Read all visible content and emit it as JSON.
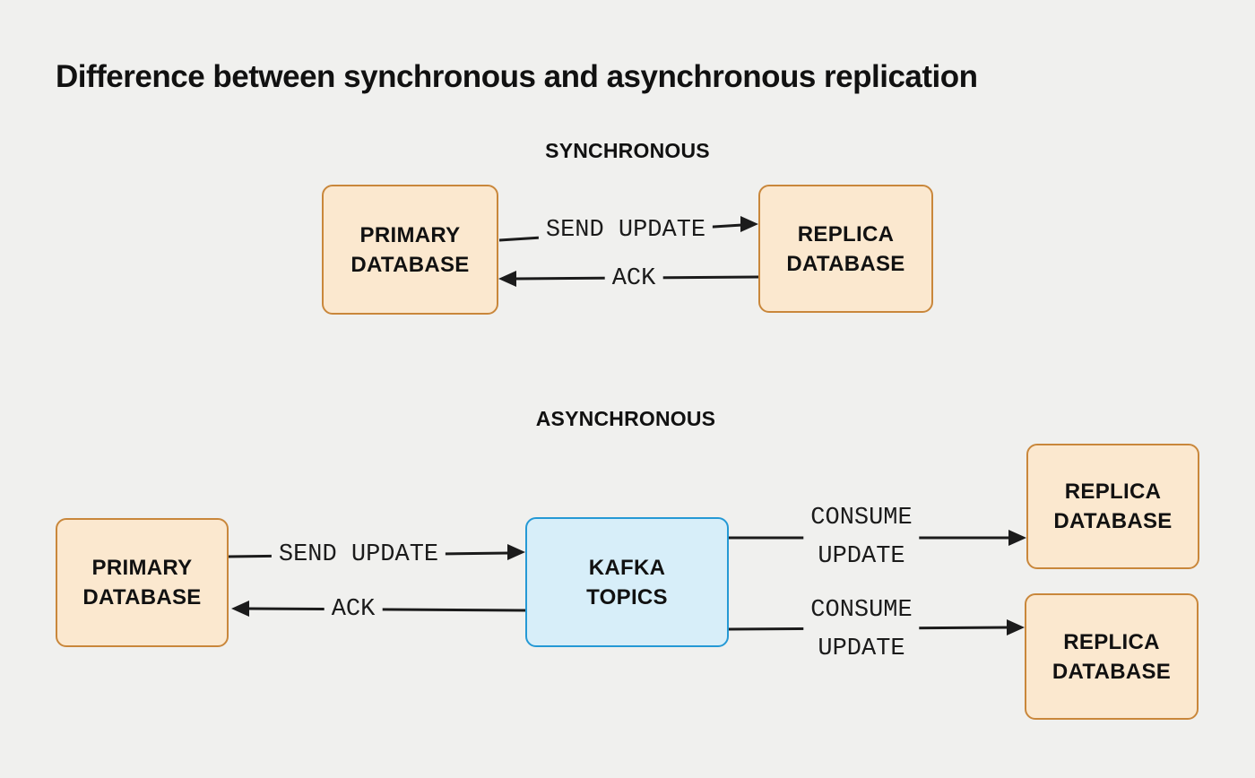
{
  "title": "Difference between synchronous and asynchronous replication",
  "colors": {
    "background": "#F0F0EE",
    "database_fill": "#FBE8CF",
    "database_border": "#C9873B",
    "kafka_fill": "#D7EEF9",
    "kafka_border": "#2599D5",
    "arrow": "#1B1B1B",
    "text": "#111111"
  },
  "sync": {
    "heading": "SYNCHRONOUS",
    "nodes": {
      "primary": {
        "line1": "PRIMARY",
        "line2": "DATABASE"
      },
      "replica": {
        "line1": "REPLICA",
        "line2": "DATABASE"
      }
    },
    "edges": {
      "send_update": {
        "label": "SEND UPDATE",
        "direction": "right",
        "from": "primary",
        "to": "replica"
      },
      "ack": {
        "label": "ACK",
        "direction": "left",
        "from": "replica",
        "to": "primary"
      }
    }
  },
  "async": {
    "heading": "ASYNCHRONOUS",
    "nodes": {
      "primary": {
        "line1": "PRIMARY",
        "line2": "DATABASE"
      },
      "kafka": {
        "line1": "KAFKA",
        "line2": "TOPICS"
      },
      "replica_top": {
        "line1": "REPLICA",
        "line2": "DATABASE"
      },
      "replica_bottom": {
        "line1": "REPLICA",
        "line2": "DATABASE"
      }
    },
    "edges": {
      "send_update": {
        "label": "SEND UPDATE",
        "direction": "right",
        "from": "primary",
        "to": "kafka"
      },
      "ack": {
        "label": "ACK",
        "direction": "left",
        "from": "kafka",
        "to": "primary"
      },
      "consume_top": {
        "line1": "CONSUME",
        "line2": "UPDATE",
        "direction": "right",
        "from": "kafka",
        "to": "replica_top"
      },
      "consume_bottom": {
        "line1": "CONSUME",
        "line2": "UPDATE",
        "direction": "right",
        "from": "kafka",
        "to": "replica_bottom"
      }
    }
  }
}
